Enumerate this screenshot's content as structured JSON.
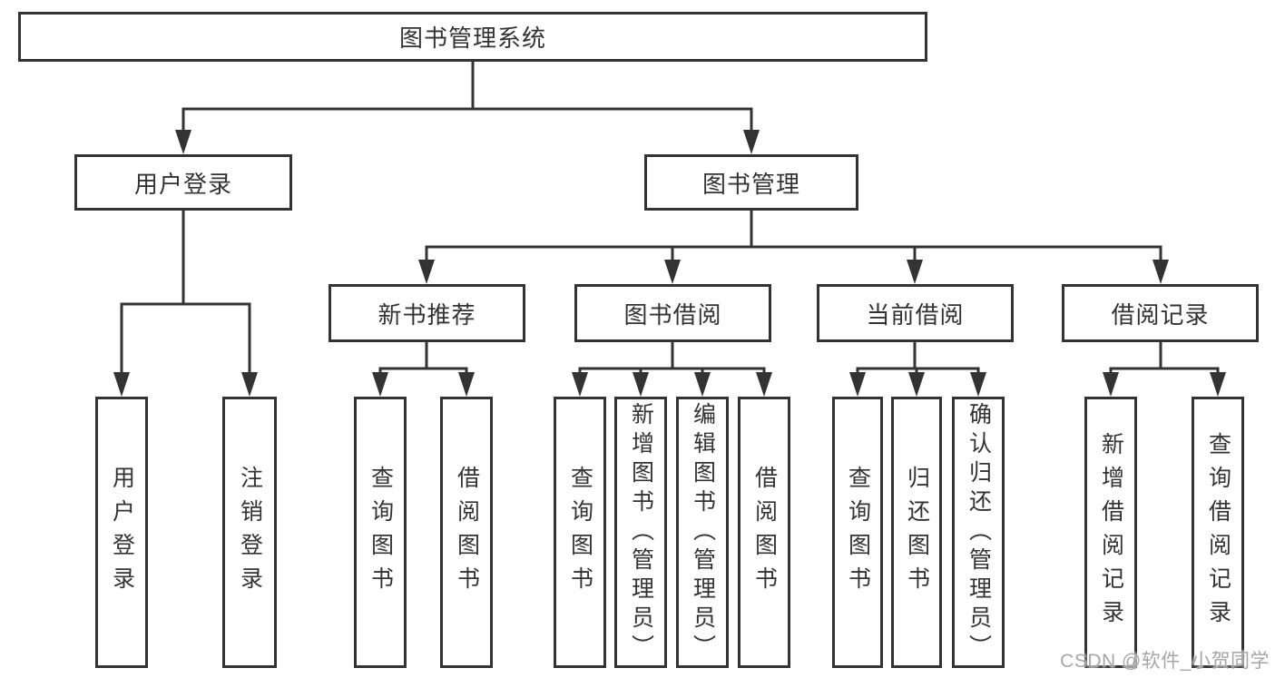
{
  "diagram": {
    "root": {
      "label": "图书管理系统"
    },
    "level2": {
      "user_login": {
        "label": "用户登录"
      },
      "book_mgmt": {
        "label": "图书管理"
      }
    },
    "level3": {
      "new_books": {
        "label": "新书推荐"
      },
      "borrow": {
        "label": "图书借阅"
      },
      "current": {
        "label": "当前借阅"
      },
      "records": {
        "label": "借阅记录"
      }
    },
    "leaves": {
      "user_login_1": {
        "label": "用户登录"
      },
      "user_login_2": {
        "label": "注销登录"
      },
      "new_books_1": {
        "label": "查询图书"
      },
      "new_books_2": {
        "label": "借阅图书"
      },
      "borrow_1": {
        "label": "查询图书"
      },
      "borrow_2": {
        "label": "新增图书（管理员）"
      },
      "borrow_3": {
        "label": "编辑图书（管理员）"
      },
      "borrow_4": {
        "label": "借阅图书"
      },
      "current_1": {
        "label": "查询图书"
      },
      "current_2": {
        "label": "归还图书"
      },
      "current_3": {
        "label": "确认归还（管理员）"
      },
      "records_1": {
        "label": "新增借阅记录"
      },
      "records_2": {
        "label": "查询借阅记录"
      }
    }
  },
  "watermark": {
    "text": "CSDN @软件_小贺同学"
  },
  "colors": {
    "line": "#333333",
    "text": "#333333",
    "background": "#ffffff",
    "watermark": "#9e9e9e"
  }
}
